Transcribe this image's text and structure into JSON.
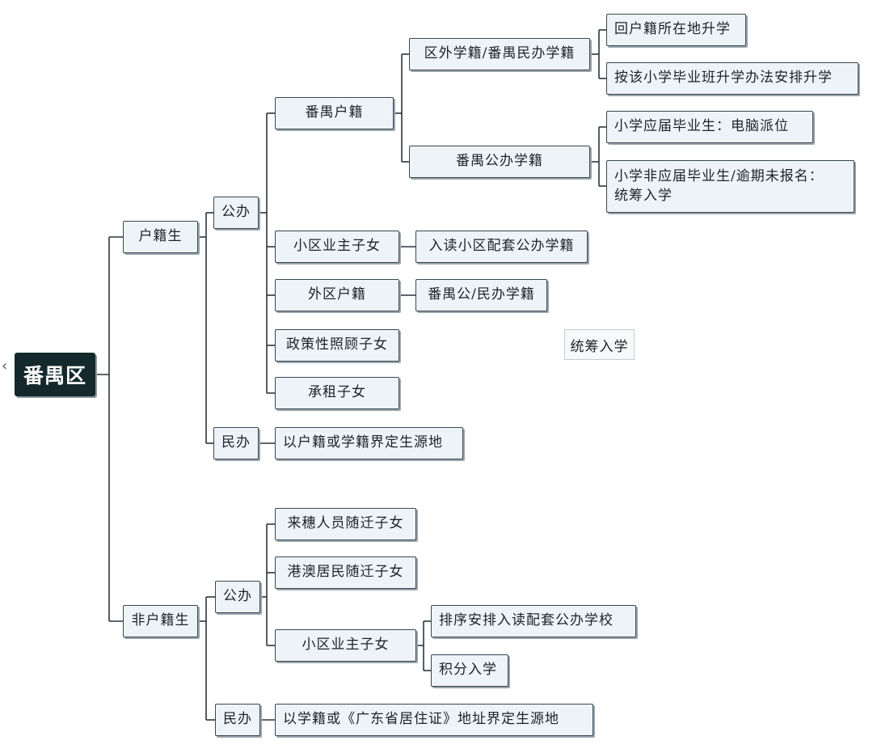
{
  "root": {
    "label": "番禺区"
  },
  "huji": {
    "label": "户籍生",
    "gongban": {
      "label": "公办",
      "panyu_huji": {
        "label": "番禺户籍",
        "quwai": {
          "label": "区外学籍/番禺民办学籍",
          "options": [
            "回户籍所在地升学",
            "按该小学毕业班升学办法安排升学"
          ]
        },
        "gongban_xueji": {
          "label": "番禺公办学籍",
          "options": [
            "小学应届毕业生：电脑派位",
            "小学非应届毕业生/逾期未报名：",
            "统筹入学"
          ]
        }
      },
      "xiaoqu": {
        "label": "小区业主子女",
        "result": "入读小区配套公办学籍"
      },
      "waiqu": {
        "label": "外区户籍",
        "result": "番禺公/民办学籍"
      },
      "zhengce": {
        "label": "政策性照顾子女"
      },
      "chengzu": {
        "label": "承租子女"
      },
      "tongchou": "统筹入学"
    },
    "minban": {
      "label": "民办",
      "rule": "以户籍或学籍界定生源地"
    }
  },
  "feihuji": {
    "label": "非户籍生",
    "gongban": {
      "label": "公办",
      "items": [
        "来穗人员随迁子女",
        "港澳居民随迁子女"
      ],
      "xiaoqu": {
        "label": "小区业主子女",
        "options": [
          "排序安排入读配套公办学校",
          "积分入学"
        ]
      }
    },
    "minban": {
      "label": "民办",
      "rule": "以学籍或《广东省居住证》地址界定生源地"
    }
  }
}
